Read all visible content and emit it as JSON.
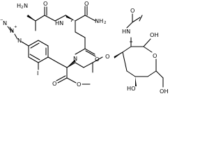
{
  "molecule": {
    "atom_labels": {
      "amine": "H",
      "amine_sub": "2",
      "amine_n": "N",
      "amide_nh": "HN",
      "amide_o_top": "O",
      "carboxamide_nh2": "NH",
      "carboxamide_nh2_sub": "2",
      "carboxamide_o": "O",
      "azide_n1": "N",
      "azide_n2": "N",
      "azide_n3": "N",
      "azide_minus": "−",
      "azide_plus": "+",
      "iodo": "I",
      "ester_o_carbonyl": "O",
      "ester_o_methoxy": "O",
      "tertiary_n": "N",
      "ether_o": "O",
      "acetamido_o": "O",
      "acetamido_nh": "HN",
      "ring_oh_top": "OH",
      "ring_o": "O",
      "ring_oh_bottom": "HO",
      "ring_ch2oh": "OH"
    }
  }
}
